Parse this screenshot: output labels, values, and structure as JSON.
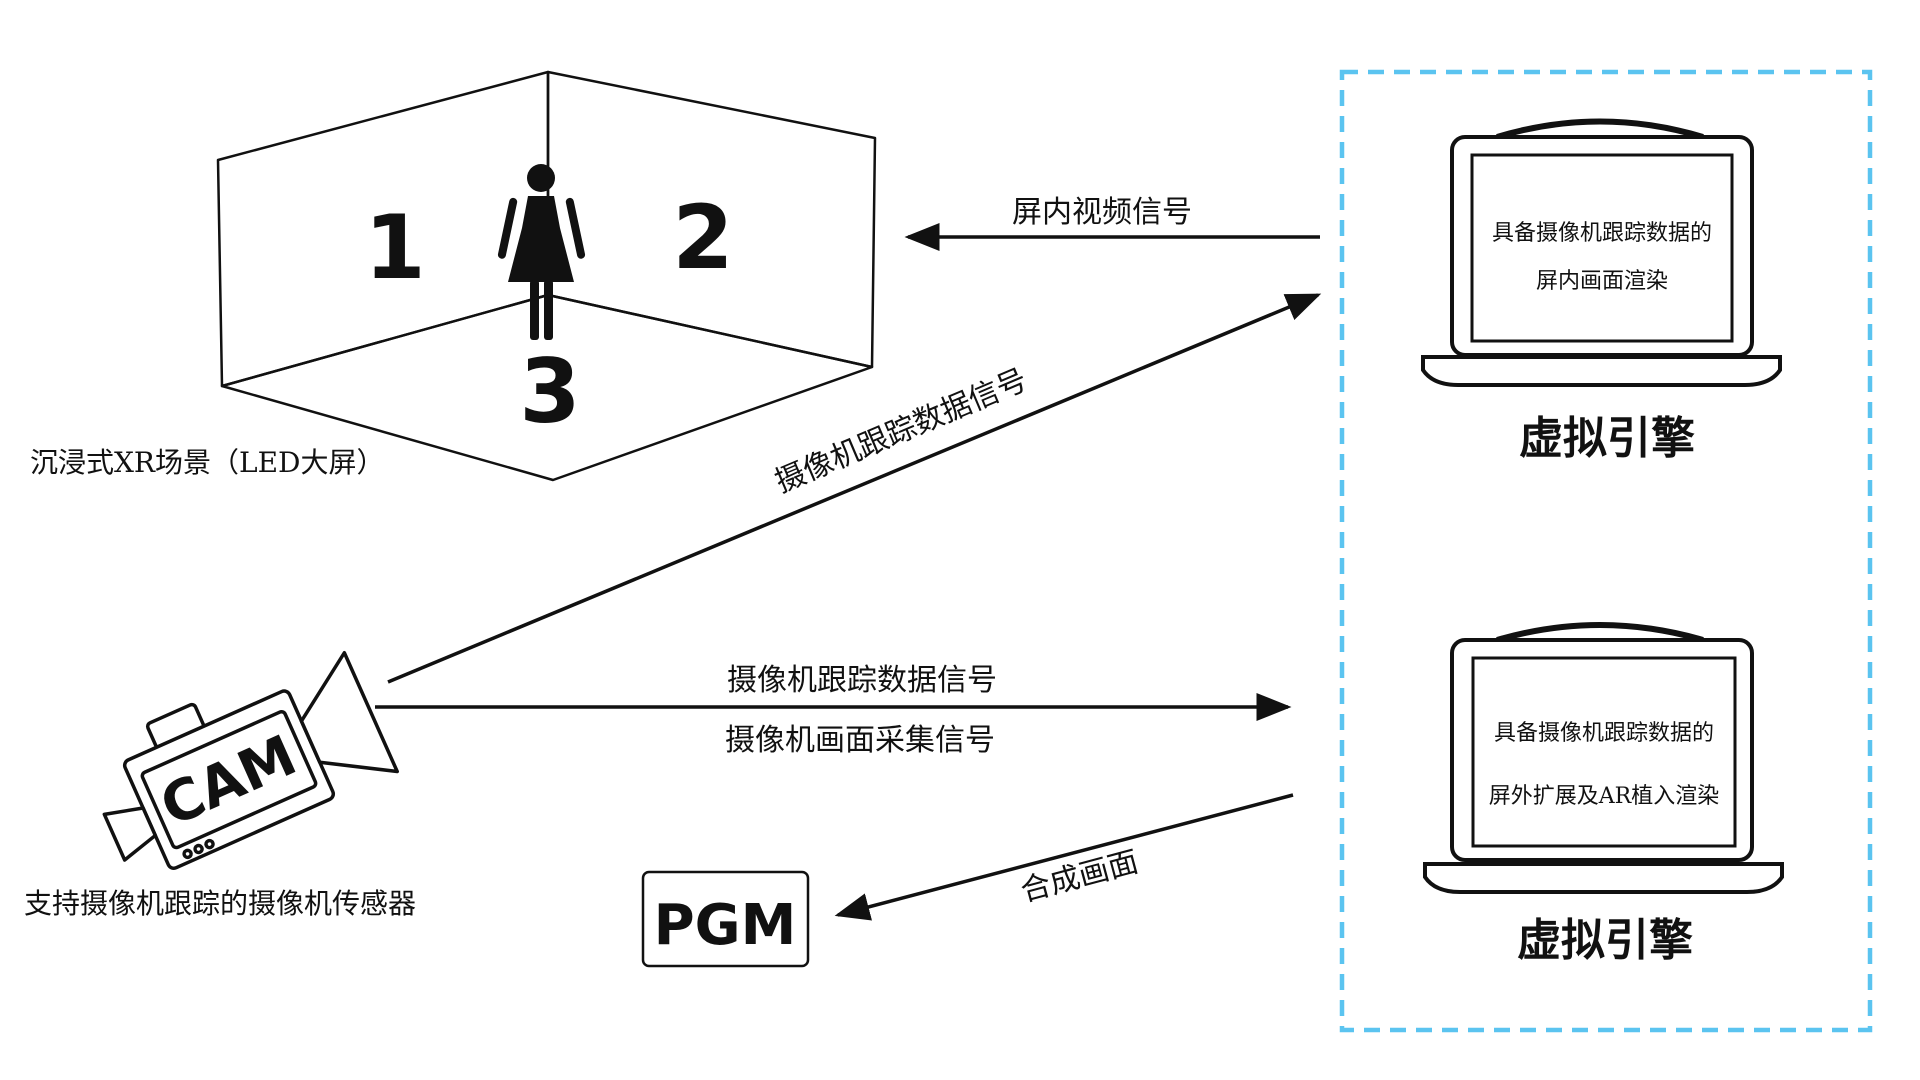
{
  "scene": {
    "wall_numbers": [
      "1",
      "2",
      "3"
    ],
    "caption": "沉浸式XR场景（LED大屏）"
  },
  "camera": {
    "badge": "CAM",
    "caption": "支持摄像机跟踪的摄像机传感器"
  },
  "pgm": {
    "label": "PGM"
  },
  "engines": [
    {
      "screen_line1": "具备摄像机跟踪数据的",
      "screen_line2": "屏内画面渲染",
      "name": "虚拟引擎"
    },
    {
      "screen_line1": "具备摄像机跟踪数据的",
      "screen_line2": "屏外扩展及AR植入渲染",
      "name": "虚拟引擎"
    }
  ],
  "signals": {
    "in_screen_video": "屏内视频信号",
    "tracking_diagonal": "摄像机跟踪数据信号",
    "tracking_horizontal": "摄像机跟踪数据信号",
    "capture": "摄像机画面采集信号",
    "composite": "合成画面"
  },
  "colors": {
    "engine_group_border": "#5bc4f0",
    "line": "#111111"
  }
}
